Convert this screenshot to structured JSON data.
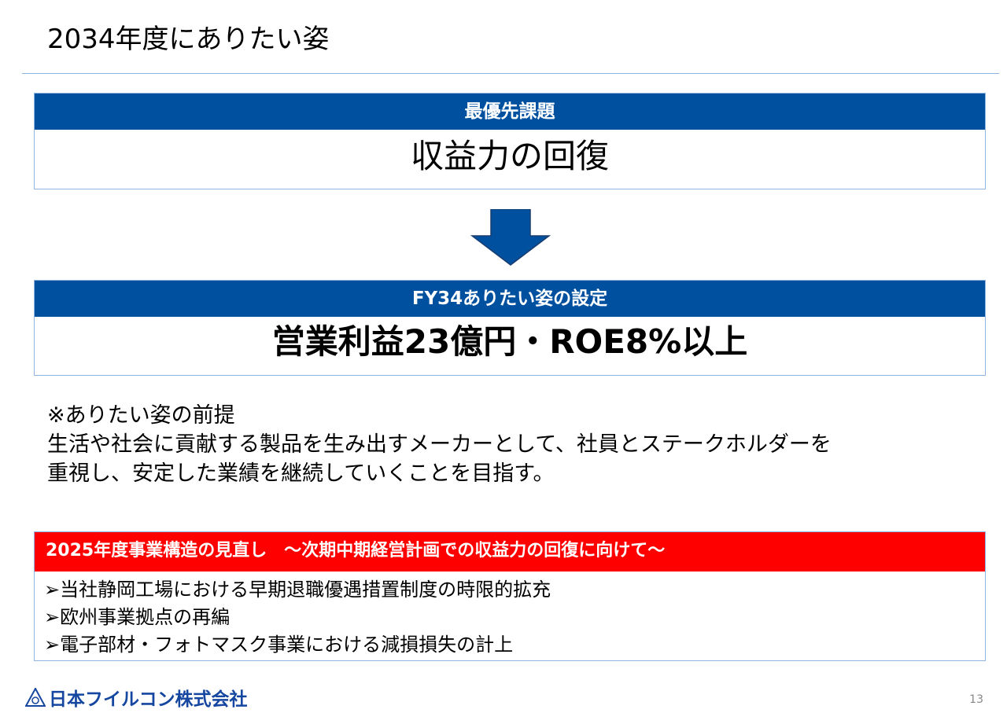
{
  "title": "2034年度にありたい姿",
  "box1": {
    "header": "最優先課題",
    "body": "収益力の回復"
  },
  "box2": {
    "header": "FY34ありたい姿の設定",
    "body": "営業利益23億円・ROE8%以上"
  },
  "note": {
    "heading": "※ありたい姿の前提",
    "line1": "生活や社会に貢献する製品を生み出すメーカーとして、社員とステークホルダーを",
    "line2": "重視し、安定した業績を継続していくことを目指す。"
  },
  "box3": {
    "header": "2025年度事業構造の見直し　～次期中期経営計画での収益力の回復に向けて～",
    "items": [
      "➢当社静岡工場における早期退職優遇措置制度の時限的拡充",
      "➢欧州事業拠点の再編",
      "➢電子部材・フォトマスク事業における減損損失の計上"
    ]
  },
  "logo": "日本フイルコン株式会社",
  "page_number": "13",
  "colors": {
    "blue": "#0050a0",
    "red": "#ff0000"
  }
}
